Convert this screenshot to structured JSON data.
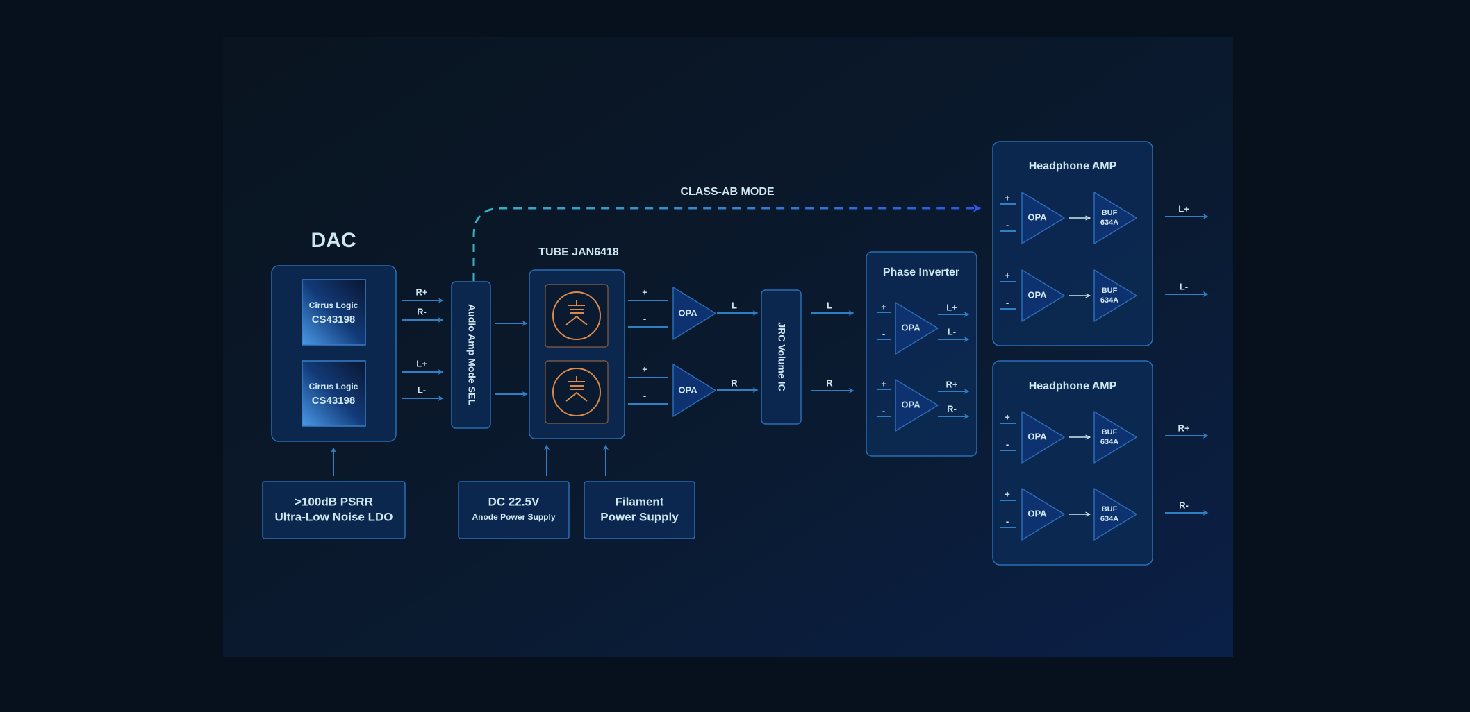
{
  "dac": {
    "title": "DAC",
    "chips": [
      {
        "line1": "Cirrus Logic",
        "line2": "CS43198"
      },
      {
        "line1": "Cirrus Logic",
        "line2": "CS43198"
      }
    ],
    "outputs": [
      "R+",
      "R-",
      "L+",
      "L-"
    ]
  },
  "selector": {
    "label": "Audio Amp Mode SEL"
  },
  "class_ab": {
    "label": "CLASS-AB MODE"
  },
  "tube": {
    "title": "TUBE JAN6418",
    "outputs": [
      "+",
      "-",
      "+",
      "-"
    ]
  },
  "opa_stage": {
    "labels": [
      "OPA",
      "OPA"
    ],
    "outputs": [
      "L",
      "R"
    ]
  },
  "volume": {
    "label": "JRC Volume IC",
    "outputs": [
      "L",
      "R"
    ]
  },
  "phase_inverter": {
    "title": "Phase Inverter",
    "inputs": [
      "+",
      "-",
      "+",
      "-"
    ],
    "opa": "OPA",
    "outputs": [
      "L+",
      "L-",
      "R+",
      "R-"
    ]
  },
  "headphone_amps": [
    {
      "title": "Headphone AMP",
      "rows": [
        {
          "plus": "+",
          "minus": "-",
          "opa": "OPA",
          "buf1": "BUF",
          "buf2": "634A",
          "out": "L+"
        },
        {
          "plus": "+",
          "minus": "-",
          "opa": "OPA",
          "buf1": "BUF",
          "buf2": "634A",
          "out": "L-"
        }
      ]
    },
    {
      "title": "Headphone AMP",
      "rows": [
        {
          "plus": "+",
          "minus": "-",
          "opa": "OPA",
          "buf1": "BUF",
          "buf2": "634A",
          "out": "R+"
        },
        {
          "plus": "+",
          "minus": "-",
          "opa": "OPA",
          "buf1": "BUF",
          "buf2": "634A",
          "out": "R-"
        }
      ]
    }
  ],
  "power": {
    "ldo": {
      "line1": ">100dB PSRR",
      "line2": "Ultra-Low Noise LDO"
    },
    "anode": {
      "line1": "DC 22.5V",
      "line2": "Anode Power Supply"
    },
    "filament": {
      "line1": "Filament",
      "line2": "Power Supply"
    }
  },
  "colors": {
    "background": "#07111d",
    "box_fill": "#0c2a55",
    "box_stroke": "#2b6db3",
    "arrow": "#2f7fc4",
    "text": "#cfe7ee",
    "dashed": "#3bb0c0",
    "tube_icon": "#d98a4a"
  }
}
